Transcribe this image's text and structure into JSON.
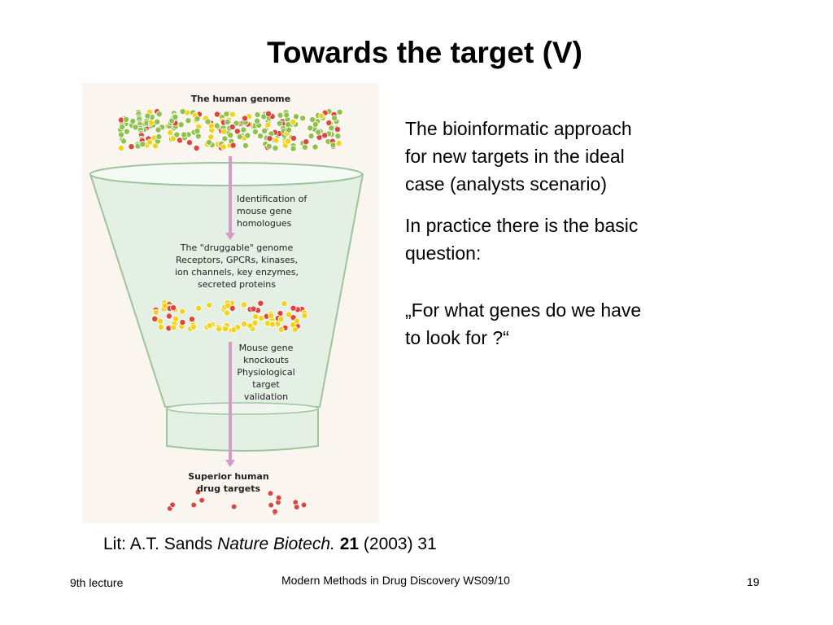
{
  "slide": {
    "title": "Towards the target (V)",
    "text": {
      "p1_lines": [
        "The bioinformatic approach",
        "for new targets in the ideal",
        "case (analysts scenario)"
      ],
      "p2_lines": [
        "In practice there is the basic",
        "question:"
      ],
      "p3_lines": [
        "„For what genes do we have",
        "to look for ?“"
      ]
    },
    "literature": {
      "prefix": "Lit: A.T. Sands ",
      "journal": "Nature Biotech.",
      "volume": "21",
      "suffix": "(2003) 31"
    },
    "footer": {
      "left": "9th lecture",
      "center": "Modern Methods in Drug Discovery WS09/10",
      "page": "19"
    }
  },
  "figure": {
    "top_label": "The human genome",
    "step1_lines": [
      "Identification of",
      "mouse gene",
      "homologues"
    ],
    "druggable_title": "The \"druggable\" genome",
    "druggable_lines": [
      "Receptors, GPCRs, kinases,",
      "ion channels, key enzymes,",
      "secreted proteins"
    ],
    "step2_lines": [
      "Mouse gene",
      "knockouts",
      "Physiological",
      "target",
      "validation"
    ],
    "bottom_lines": [
      "Superior human",
      "drug targets"
    ],
    "colors": {
      "funnel_fill": "#e4f0e4",
      "funnel_stroke": "#9fc39f",
      "arrow": "#d79bc9",
      "gene_green": "#8fc24d",
      "gene_yellow": "#f2d21a",
      "gene_red": "#e0443f",
      "background": "#faf5ee"
    }
  }
}
